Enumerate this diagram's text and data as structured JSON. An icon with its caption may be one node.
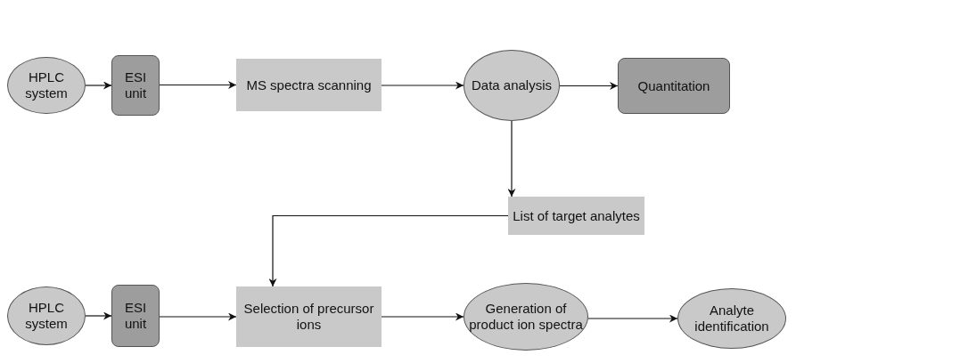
{
  "diagram": {
    "nodes": [
      {
        "text": [
          "HPLC system"
        ]
      },
      {
        "text": [
          "ESI unit"
        ]
      },
      {
        "text": [
          "MS spectra scanning"
        ]
      },
      {
        "text": [
          "Data analysis"
        ]
      },
      {
        "text": [
          "Quantitation"
        ]
      },
      {
        "text": [
          "List of target analytes"
        ]
      },
      {
        "text": [
          "HPLC system"
        ]
      },
      {
        "text": [
          "ESI unit"
        ]
      },
      {
        "text": [
          "Selection of precursor ions"
        ]
      },
      {
        "text": [
          "Generation of product ion spectra"
        ]
      },
      {
        "text": [
          "Analyte identification"
        ]
      }
    ],
    "edges": [
      {
        "from": 0,
        "to": 1,
        "arrow": "to"
      },
      {
        "from": 1,
        "to": 2,
        "arrow": "to"
      },
      {
        "from": 2,
        "to": 3,
        "arrow": "to"
      },
      {
        "from": 3,
        "to": 4,
        "arrow": "to"
      },
      {
        "from": 3,
        "to": 5,
        "arrow": "to"
      },
      {
        "from": 5,
        "to": 8,
        "arrow": "to"
      },
      {
        "from": 6,
        "to": 7,
        "arrow": "to"
      },
      {
        "from": 7,
        "to": 8,
        "arrow": "to"
      },
      {
        "from": 8,
        "to": 9,
        "arrow": "to"
      },
      {
        "from": 9,
        "to": 10,
        "arrow": "to"
      }
    ]
  }
}
